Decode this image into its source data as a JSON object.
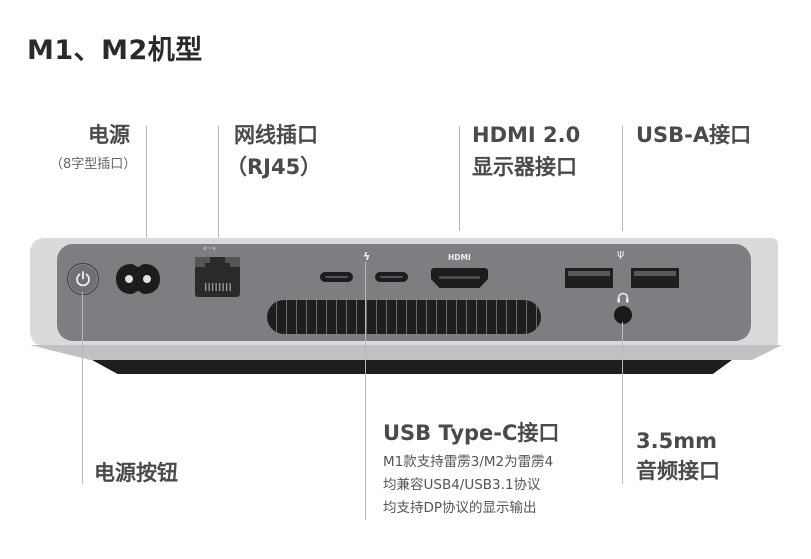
{
  "title": "M1、M2机型",
  "labels": {
    "power": {
      "main": "电源",
      "sub": "（8字型插口）"
    },
    "ethernet": {
      "line1": "网线插口",
      "line2": "（RJ45）"
    },
    "hdmi": {
      "line1": "HDMI 2.0",
      "line2": "显示器接口"
    },
    "usba": {
      "main": "USB-A接口"
    },
    "usbc": {
      "main": "USB Type-C接口",
      "desc": [
        "M1款支持雷雳3/M2为雷雳4",
        "均兼容USB4/USB3.1协议",
        "均支持DP协议的显示输出"
      ]
    },
    "power_button": {
      "main": "电源按钮"
    },
    "audio": {
      "line1": "3.5mm",
      "line2": "音频接口"
    }
  },
  "port_icons": {
    "ethernet": "‹··›",
    "thunderbolt": "ϟ",
    "hdmi": "HDMI",
    "usb": "ψ",
    "headphone": "🎧"
  },
  "colors": {
    "panel": "#7d7e81",
    "body": "#d9dadc",
    "port": "#1c1c1c",
    "label_text": "#4a4a4a",
    "leader_line": "#b9b9b9"
  }
}
